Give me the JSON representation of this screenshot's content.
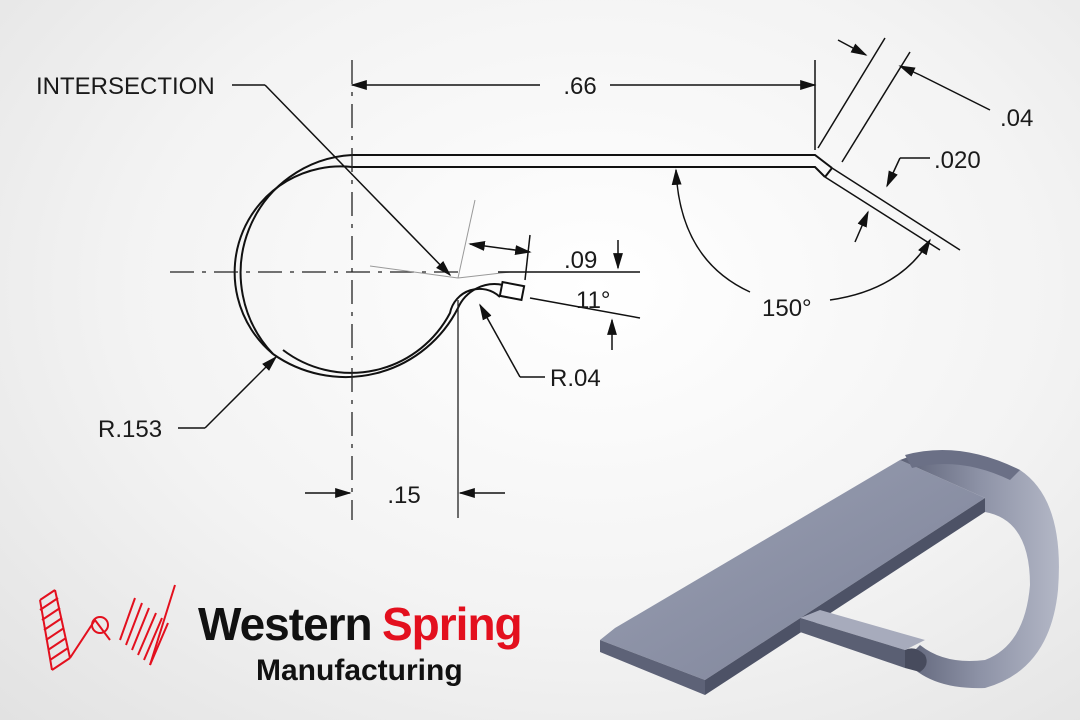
{
  "drawing": {
    "labels": {
      "intersection": "INTERSECTION",
      "length": ".66",
      "tab_length": ".04",
      "thickness": ".020",
      "bend_angle": "150°",
      "tip_offset": ".09",
      "tip_angle": "11°",
      "tip_radius": "R.04",
      "main_radius": "R.153",
      "center_offset": ".15"
    }
  },
  "logo": {
    "word_one": "Western",
    "word_two": "Spring",
    "word_three": "Manufacturing",
    "color_dark": "#111111",
    "color_accent": "#e3101e"
  }
}
